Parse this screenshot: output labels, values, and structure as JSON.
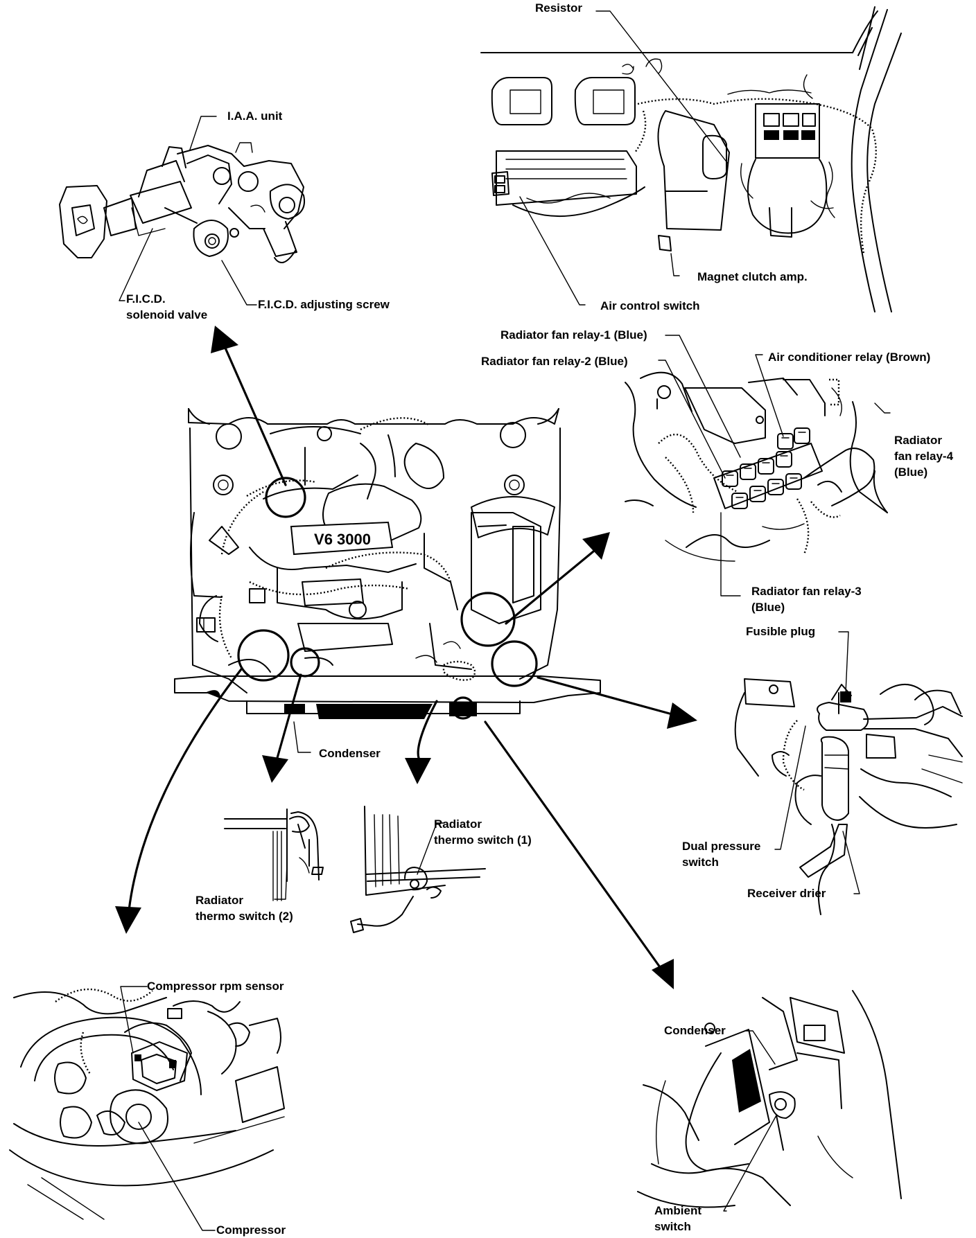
{
  "labels": {
    "resistor": "Resistor",
    "iaa_unit": "I.A.A. unit",
    "ficd_solenoid_line1": "F.I.C.D.",
    "ficd_solenoid_line2": "solenoid valve",
    "ficd_adjusting_screw": "F.I.C.D. adjusting screw",
    "magnet_clutch_amp": "Magnet clutch amp.",
    "air_control_switch": "Air control switch",
    "fan_relay_1": "Radiator fan relay-1 (Blue)",
    "fan_relay_2": "Radiator fan relay-2 (Blue)",
    "ac_relay": "Air conditioner relay (Brown)",
    "fan_relay_4_line1": "Radiator",
    "fan_relay_4_line2": "fan relay-4",
    "fan_relay_4_line3": "(Blue)",
    "fan_relay_3_line1": "Radiator fan relay-3",
    "fan_relay_3_line2": "(Blue)",
    "fusible_plug": "Fusible plug",
    "condenser_center": "Condenser",
    "thermo_switch_1_line1": "Radiator",
    "thermo_switch_1_line2": "thermo switch (1)",
    "thermo_switch_2_line1": "Radiator",
    "thermo_switch_2_line2": "thermo switch (2)",
    "dual_pressure_line1": "Dual pressure",
    "dual_pressure_line2": "switch",
    "receiver_drier": "Receiver drier",
    "compressor_rpm_sensor": "Compressor rpm sensor",
    "compressor": "Compressor",
    "condenser_right": "Condenser",
    "ambient_line1": "Ambient",
    "ambient_line2": "switch"
  },
  "engine_badge": "V6 3000"
}
